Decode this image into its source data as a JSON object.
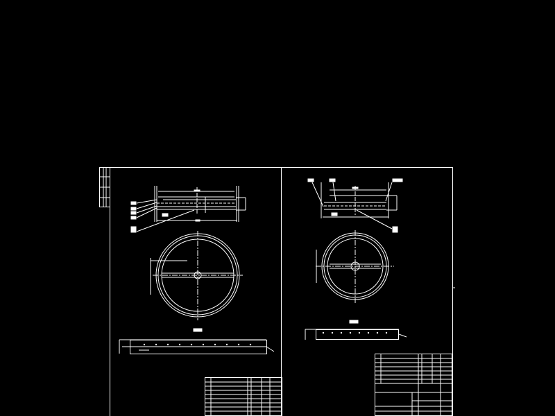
{
  "colors": {
    "background": "#000000",
    "line": "#ffffff"
  },
  "drawing": {
    "sheets": [
      {
        "name": "left-sheet",
        "views": [
          "section-view",
          "plan-view",
          "strip-detail",
          "title-block"
        ]
      },
      {
        "name": "right-sheet",
        "views": [
          "section-view",
          "plan-view",
          "strip-detail",
          "title-block"
        ]
      }
    ]
  }
}
